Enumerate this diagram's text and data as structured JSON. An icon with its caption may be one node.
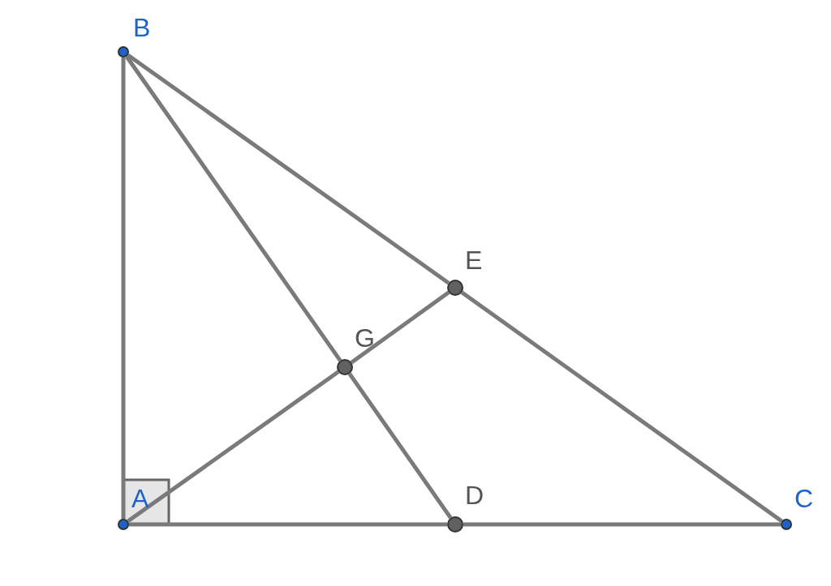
{
  "diagram": {
    "nodes": [
      {
        "text": [],
        "shape": "circle",
        "beside": [
          "B"
        ]
      },
      {
        "text": [],
        "shape": "circle",
        "beside": [
          "E"
        ]
      },
      {
        "text": [],
        "shape": "circle",
        "beside": [
          "G"
        ]
      },
      {
        "text": [],
        "shape": "circle",
        "beside": [
          "A"
        ]
      },
      {
        "text": [],
        "shape": "circle",
        "beside": [
          "D"
        ]
      },
      {
        "text": [],
        "shape": "circle",
        "beside": [
          "C"
        ]
      }
    ],
    "edges": [
      {
        "from": 3,
        "to": 0,
        "arrow": "none"
      },
      {
        "from": 0,
        "to": 1,
        "arrow": "none"
      },
      {
        "from": 1,
        "to": 5,
        "arrow": "none"
      },
      {
        "from": 3,
        "to": 4,
        "arrow": "none"
      },
      {
        "from": 4,
        "to": 5,
        "arrow": "none"
      },
      {
        "from": 0,
        "to": 2,
        "arrow": "none"
      },
      {
        "from": 2,
        "to": 4,
        "arrow": "none"
      },
      {
        "from": 3,
        "to": 2,
        "arrow": "none"
      },
      {
        "from": 2,
        "to": 1,
        "arrow": "none"
      }
    ]
  }
}
